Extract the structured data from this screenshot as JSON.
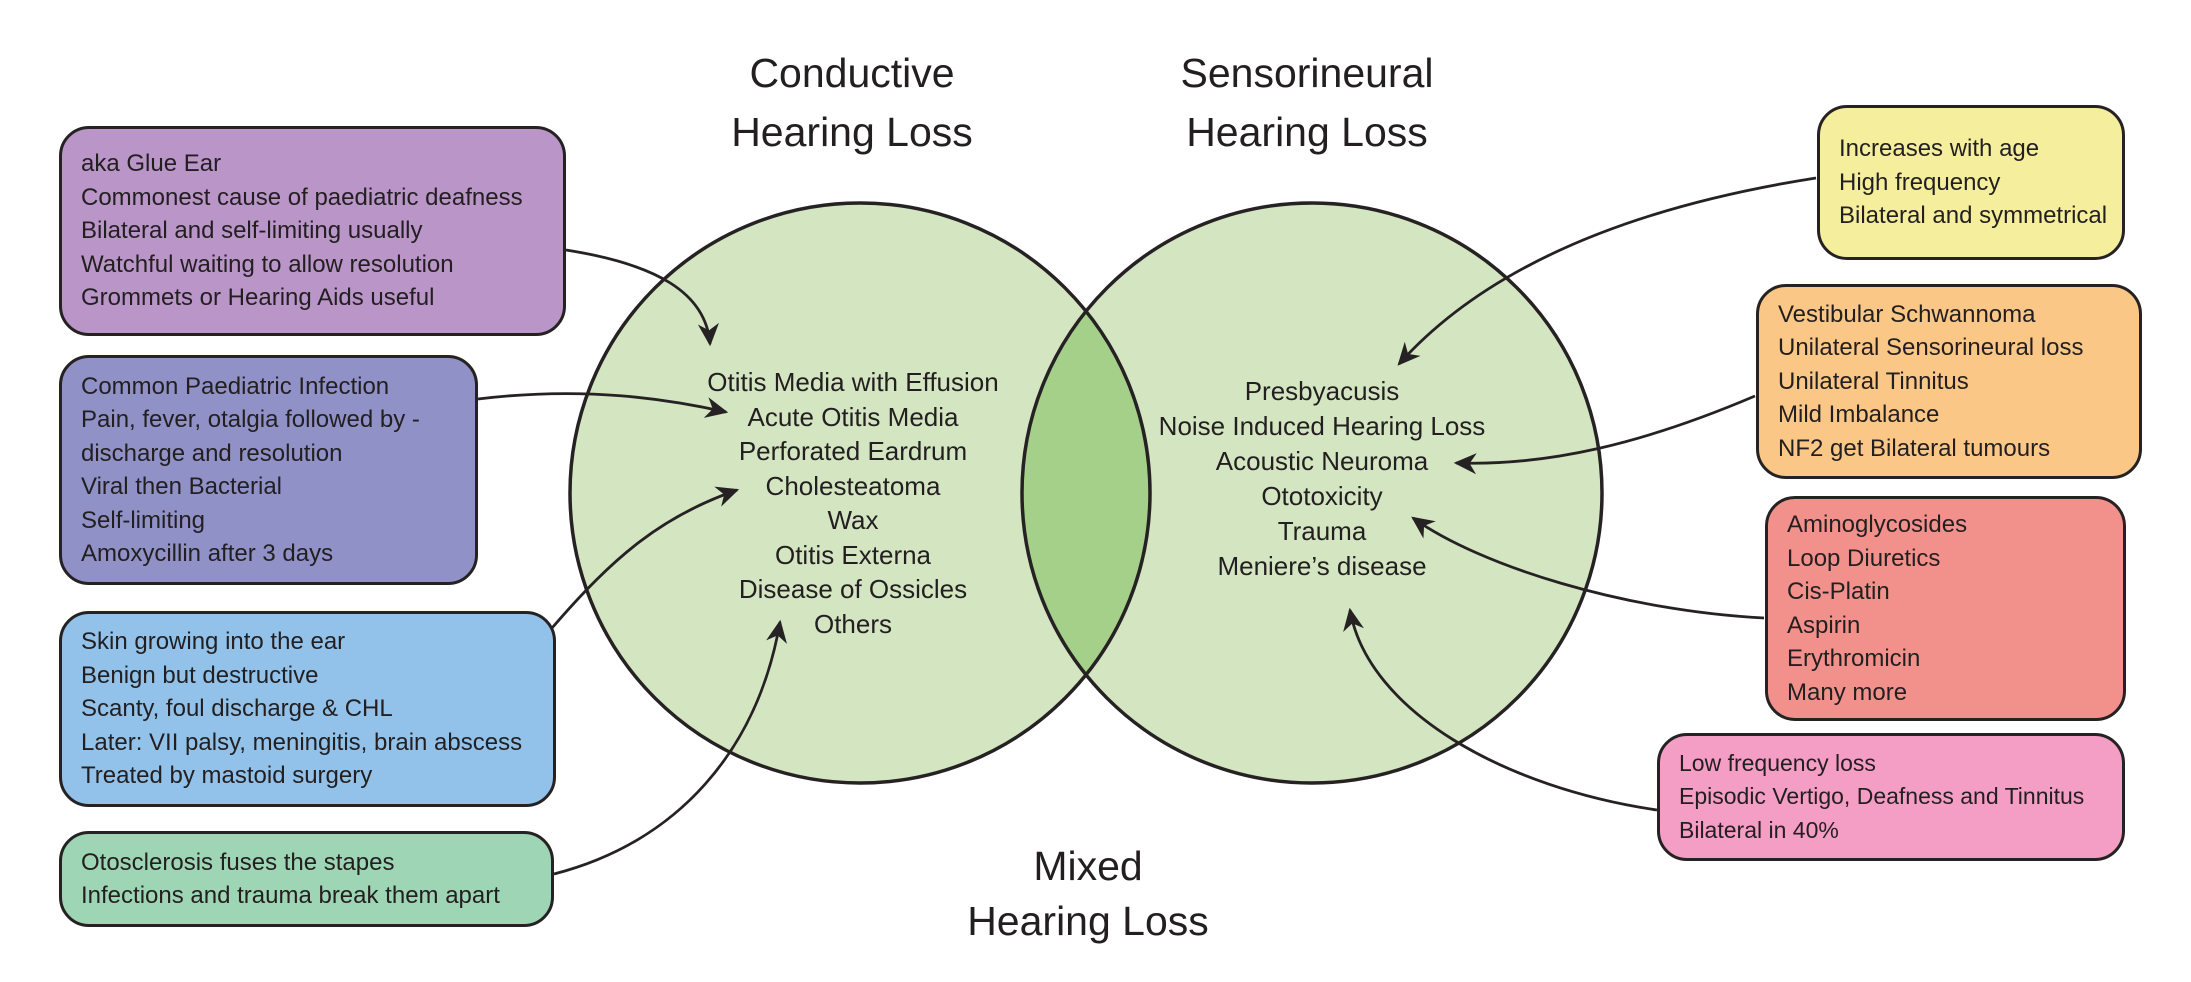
{
  "colors": {
    "background": "#ffffff",
    "line": "#262223",
    "text": "#231f20",
    "circle_fill": "#d4e5c2",
    "overlap_fill": "#a4d08a",
    "callout_glue_ear": "#b995c8",
    "callout_acute_otitis": "#8f91c7",
    "callout_cholesteatoma": "#92c2ea",
    "callout_otosclerosis": "#9ed5b4",
    "callout_presbyacusis": "#f5ef9d",
    "callout_vestibular_schwannoma": "#fac787",
    "callout_ototoxicity": "#f2918b",
    "callout_menieres": "#f49dc5"
  },
  "titles": {
    "conductive": {
      "line1": "Conductive",
      "line2": "Hearing Loss"
    },
    "sensorineural": {
      "line1": "Sensorineural",
      "line2": "Hearing Loss"
    },
    "mixed": {
      "line1": "Mixed",
      "line2": "Hearing Loss"
    }
  },
  "venn": {
    "conductive_causes": [
      "Otitis Media with Effusion",
      "Acute Otitis Media",
      "Perforated Eardrum",
      "Cholesteatoma",
      "Wax",
      "Otitis Externa",
      "Disease of Ossicles",
      "Others"
    ],
    "sensorineural_causes": [
      "Presbyacusis",
      "Noise Induced Hearing Loss",
      "Acoustic Neuroma",
      "Ototoxicity",
      "Trauma",
      "Meniere’s disease"
    ]
  },
  "callouts": {
    "glue_ear": {
      "lines": [
        "aka Glue Ear",
        "Commonest cause of paediatric deafness",
        "Bilateral and self-limiting usually",
        "Watchful waiting to allow resolution",
        "Grommets or Hearing Aids useful"
      ]
    },
    "acute_otitis": {
      "lines": [
        "Common Paediatric Infection",
        "Pain, fever, otalgia followed by -",
        "discharge and resolution",
        "Viral then Bacterial",
        "Self-limiting",
        "Amoxycillin after 3 days"
      ]
    },
    "cholesteatoma": {
      "lines": [
        "Skin growing into the ear",
        "Benign but destructive",
        "Scanty, foul discharge & CHL",
        "Later: VII palsy, meningitis, brain abscess",
        "Treated by mastoid surgery"
      ]
    },
    "otosclerosis": {
      "lines": [
        "Otosclerosis fuses the stapes",
        "Infections and trauma break them apart"
      ]
    },
    "presbyacusis": {
      "lines": [
        "Increases with age",
        "High frequency",
        "Bilateral and symmetrical"
      ]
    },
    "vestibular_schwannoma": {
      "lines": [
        "Vestibular Schwannoma",
        "Unilateral Sensorineural loss",
        "Unilateral Tinnitus",
        "Mild Imbalance",
        "NF2 get Bilateral tumours"
      ]
    },
    "ototoxicity": {
      "lines": [
        "Aminoglycosides",
        "Loop Diuretics",
        "Cis-Platin",
        "Aspirin",
        "Erythromicin",
        "Many more"
      ]
    },
    "menieres": {
      "lines": [
        "Low frequency loss",
        "Episodic Vertigo, Deafness and Tinnitus",
        "Bilateral in 40%"
      ]
    }
  }
}
